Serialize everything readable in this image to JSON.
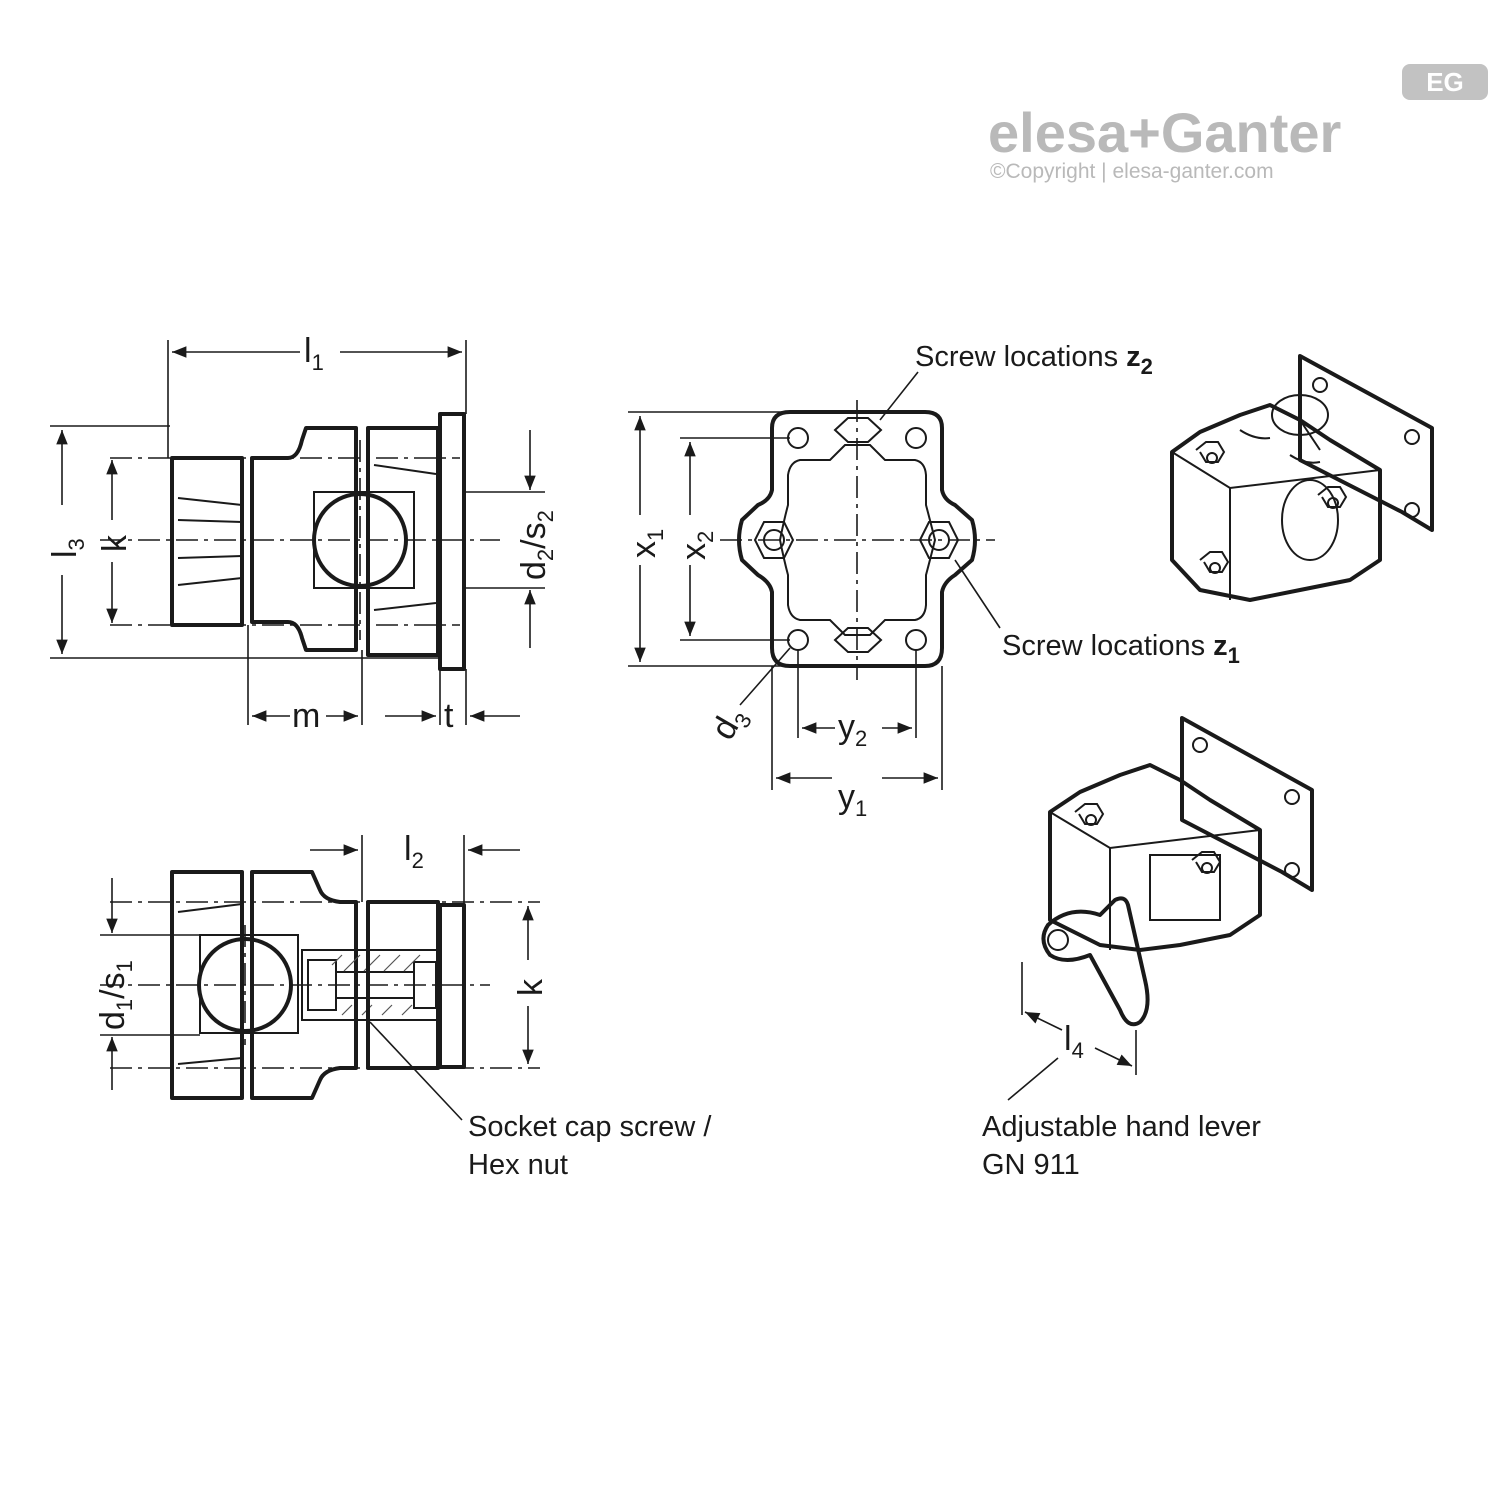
{
  "brand": {
    "logo_badge": "EG",
    "logo_text": "elesa+Ganter",
    "copyright": "©Copyright | elesa-ganter.com"
  },
  "dimensions": {
    "l1": {
      "base": "l",
      "sub": "1"
    },
    "l2": {
      "base": "l",
      "sub": "2"
    },
    "l3": {
      "base": "l",
      "sub": "3"
    },
    "l4": {
      "base": "l",
      "sub": "4"
    },
    "k": "k",
    "m": "m",
    "t": "t",
    "d2s2": {
      "a": "d",
      "a_sub": "2",
      "b": "/s",
      "b_sub": "2"
    },
    "d1s1": {
      "a": "d",
      "a_sub": "1",
      "b": "/s",
      "b_sub": "1"
    },
    "x1": {
      "base": "x",
      "sub": "1"
    },
    "x2": {
      "base": "x",
      "sub": "2"
    },
    "y1": {
      "base": "y",
      "sub": "1"
    },
    "y2": {
      "base": "y",
      "sub": "2"
    },
    "d3": {
      "base": "d",
      "sub": "3"
    }
  },
  "callouts": {
    "screw_z2": {
      "text": "Screw locations ",
      "bold": "z",
      "sub": "2"
    },
    "screw_z1": {
      "text": "Screw locations ",
      "bold": "z",
      "sub": "1"
    },
    "socket_line1": "Socket cap screw /",
    "socket_line2": "Hex nut",
    "lever_line1": "Adjustable hand lever",
    "lever_line2": "GN 911"
  }
}
